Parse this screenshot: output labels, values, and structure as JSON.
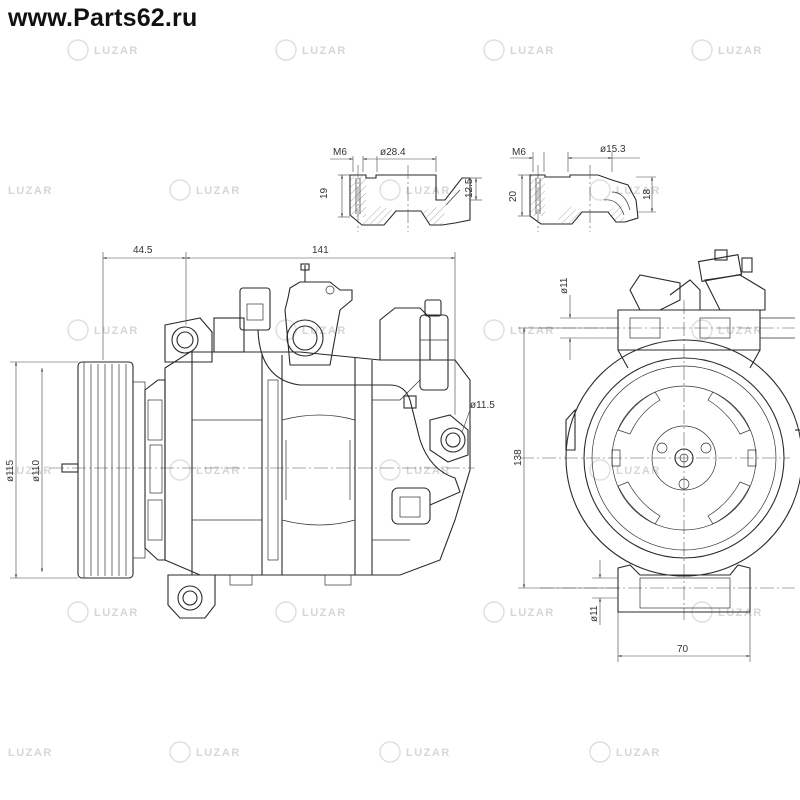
{
  "header": {
    "site_title": "www.Parts62.ru"
  },
  "watermark": {
    "text": "LUZAR"
  },
  "dimensions": {
    "pulley_offset": "44.5",
    "overall_length": "141",
    "pulley_outer_dia": "ø115",
    "pulley_inner_dia": "ø110",
    "mount_hole_dia": "ø11.5",
    "mount_spacing": "138",
    "front_top_hole_dia": "ø11",
    "front_bottom_hole_dia": "ø11",
    "base_width": "70"
  },
  "fitting_large": {
    "thread": "M6",
    "bore": "ø28.4",
    "height_left": "19",
    "height_right": "12.5"
  },
  "fitting_small": {
    "thread": "M6",
    "bore": "ø15.3",
    "height_left": "20",
    "height_right": "18"
  }
}
